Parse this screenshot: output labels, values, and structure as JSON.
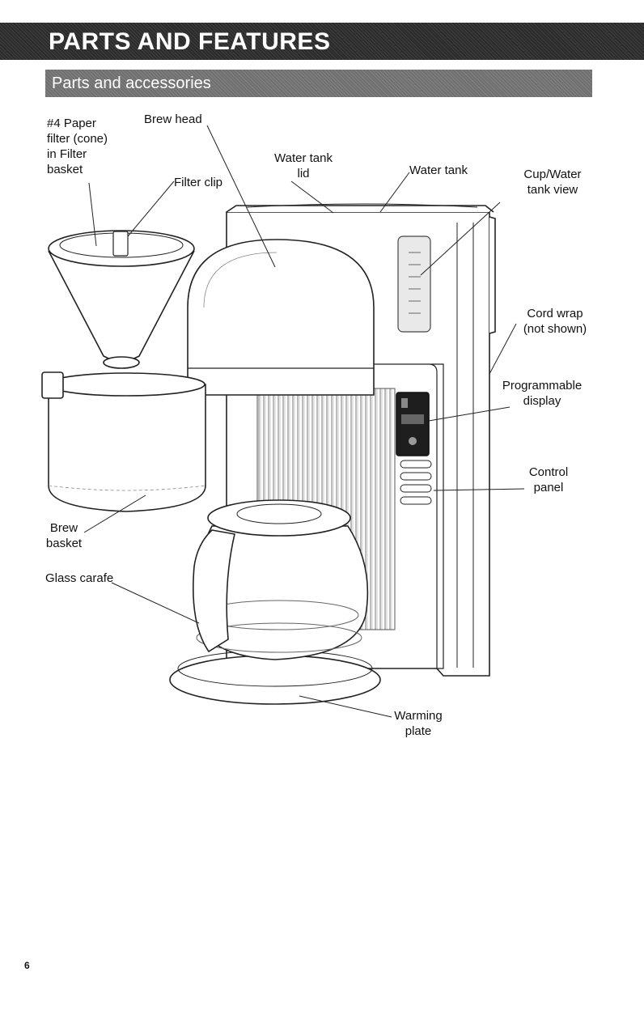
{
  "header": {
    "title": "PARTS AND FEATURES",
    "subtitle": "Parts and accessories"
  },
  "labels": {
    "paper_filter": "#4 Paper\nfilter (cone)\nin Filter\nbasket",
    "brew_head": "Brew head",
    "water_tank_lid": "Water tank\nlid",
    "water_tank": "Water tank",
    "cup_water_tank_view": "Cup/Water\ntank view",
    "filter_clip": "Filter clip",
    "cord_wrap": "Cord wrap\n(not shown)",
    "programmable_display": "Programmable\ndisplay",
    "control_panel": "Control\npanel",
    "brew_basket": "Brew\nbasket",
    "glass_carafe": "Glass carafe",
    "warming_plate": "Warming\nplate"
  },
  "page_number": "6"
}
